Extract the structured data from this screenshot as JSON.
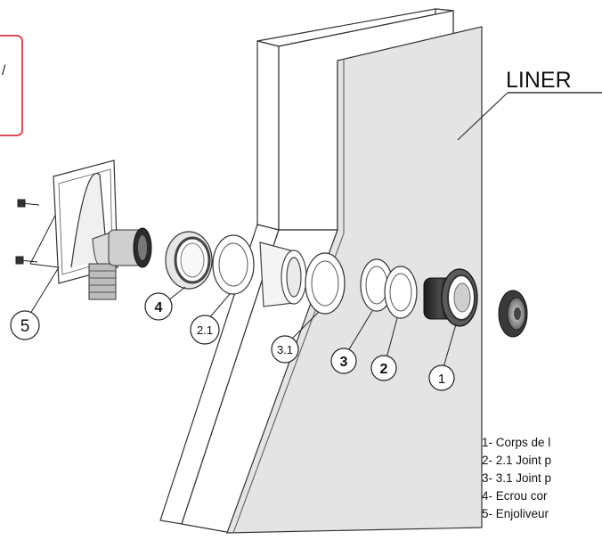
{
  "diagram": {
    "liner_label": "LINER",
    "callouts": {
      "c1": "1",
      "c2": "2",
      "c3": "3",
      "c21": "2.1",
      "c31": "3.1",
      "c4": "4",
      "c5": "5"
    },
    "note_box_text": "/",
    "legend": [
      "1- Corps de l",
      "2- 2.1 Joint p",
      "3- 3.1 Joint p",
      "4- Ecrou cor",
      "5- Enjoliveur"
    ]
  }
}
